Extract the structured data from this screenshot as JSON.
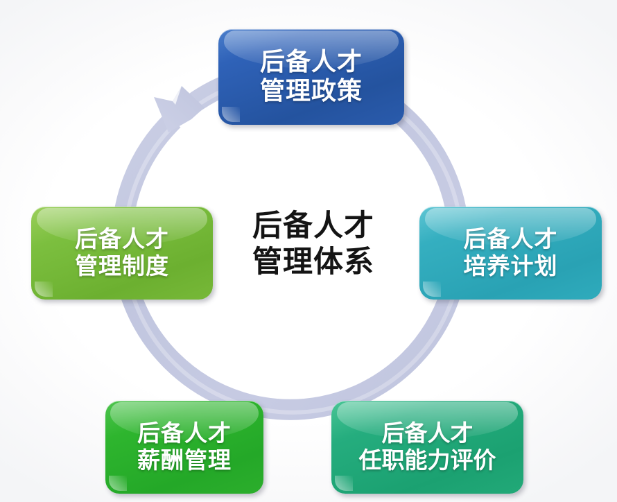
{
  "diagram": {
    "title": "后备人才管理体系",
    "center": {
      "name": "center-label",
      "line1": "后备人才",
      "line2": "管理体系",
      "color": "#141414"
    },
    "ring": {
      "name": "cycle-ring",
      "color": "#c4c8e0",
      "direction": "clockwise",
      "arrowhead_position": "top-left"
    },
    "nodes": [
      {
        "id": "policy",
        "position": "top",
        "line1": "后备人才",
        "line2": "管理政策",
        "color": "#2b5daf"
      },
      {
        "id": "plan",
        "position": "right",
        "line1": "后备人才",
        "line2": "培养计划",
        "color": "#2fabbb"
      },
      {
        "id": "assessment",
        "position": "bottom-right",
        "line1": "后备人才",
        "line2": "任职能力评价",
        "color": "#22a978"
      },
      {
        "id": "salary",
        "position": "bottom-left",
        "line1": "后备人才",
        "line2": "薪酬管理",
        "color": "#2cae2c"
      },
      {
        "id": "system",
        "position": "left",
        "line1": "后备人才",
        "line2": "管理制度",
        "color": "#77b838"
      }
    ]
  }
}
